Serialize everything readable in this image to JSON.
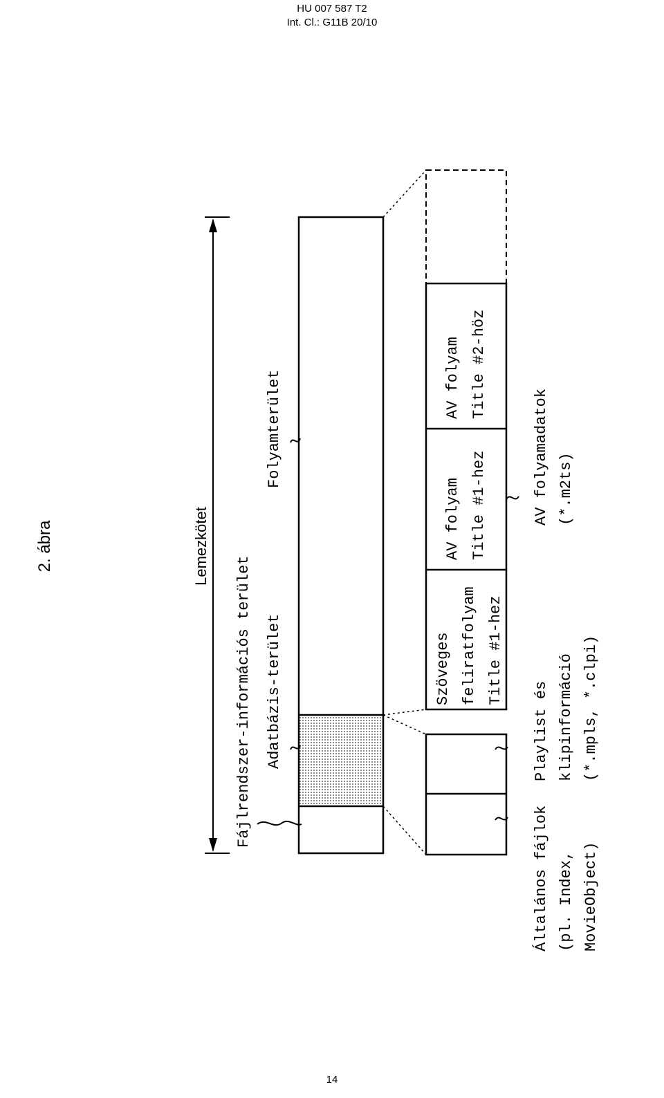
{
  "header": {
    "patent_no": "HU 007 587 T2",
    "int_cl": "Int. Cl.: G11B 20/10"
  },
  "figure_label": "2. ábra",
  "labels": {
    "volume": "Lemezkötet",
    "fs_info": "Fájlrendszer-információs terület",
    "db_area": "Adatbázis-terület",
    "stream_area": "Folyamterület",
    "general_files": [
      "Általános fájlok",
      "(pl. Index,",
      "MovieObject)"
    ],
    "playlist": [
      "Playlist és",
      "klipinformáció",
      "(*.mpls, *.clpi)"
    ],
    "av_data": [
      "AV folyamadatok",
      "(*.m2ts)"
    ]
  },
  "streams": [
    {
      "lines": [
        "Szöveges",
        "feliratfolyam",
        "Title #1-hez"
      ]
    },
    {
      "lines": [
        "AV folyam",
        "Title #1-hez"
      ]
    },
    {
      "lines": [
        "AV folyam",
        "Title #2-höz"
      ]
    }
  ],
  "page_number": "14"
}
